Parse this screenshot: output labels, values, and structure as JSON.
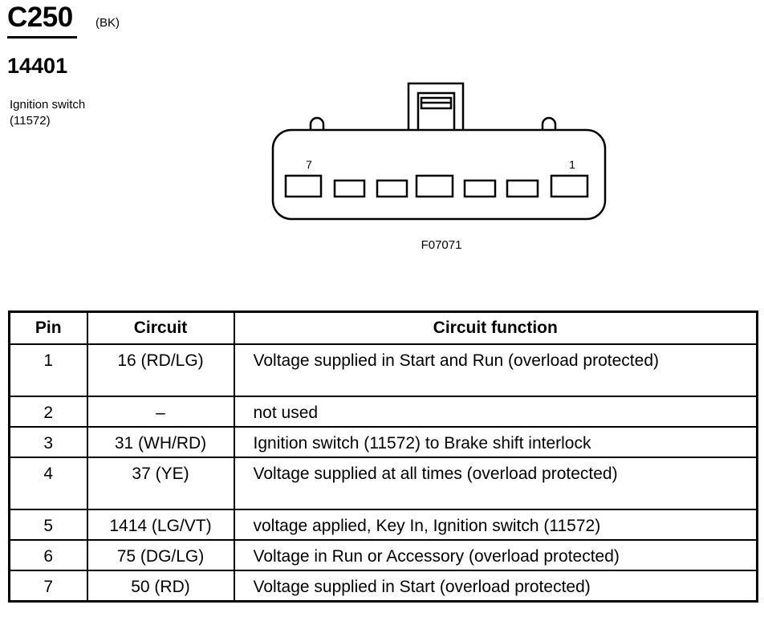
{
  "connector": {
    "id": "C250",
    "color": "(BK)"
  },
  "component": {
    "code": "14401",
    "name_line1": "Ignition switch",
    "name_line2": "(11572)"
  },
  "diagram": {
    "pin_label_left": "7",
    "pin_label_right": "1",
    "figure_id": "F07071"
  },
  "table": {
    "headers": {
      "pin": "Pin",
      "circuit": "Circuit",
      "function": "Circuit function"
    },
    "rows": [
      {
        "pin": "1",
        "circuit": "16 (RD/LG)",
        "function": "Voltage supplied in Start and Run (overload protected)"
      },
      {
        "pin": "2",
        "circuit": "–",
        "function": "not used"
      },
      {
        "pin": "3",
        "circuit": "31 (WH/RD)",
        "function": "Ignition switch (11572) to Brake shift interlock"
      },
      {
        "pin": "4",
        "circuit": "37 (YE)",
        "function": "Voltage supplied at all times (overload protected)"
      },
      {
        "pin": "5",
        "circuit": "1414 (LG/VT)",
        "function": "voltage applied, Key In, Ignition switch (11572)"
      },
      {
        "pin": "6",
        "circuit": "75 (DG/LG)",
        "function": "Voltage in Run or Accessory (overload protected)"
      },
      {
        "pin": "7",
        "circuit": "50 (RD)",
        "function": "Voltage supplied in Start (overload protected)"
      }
    ]
  }
}
